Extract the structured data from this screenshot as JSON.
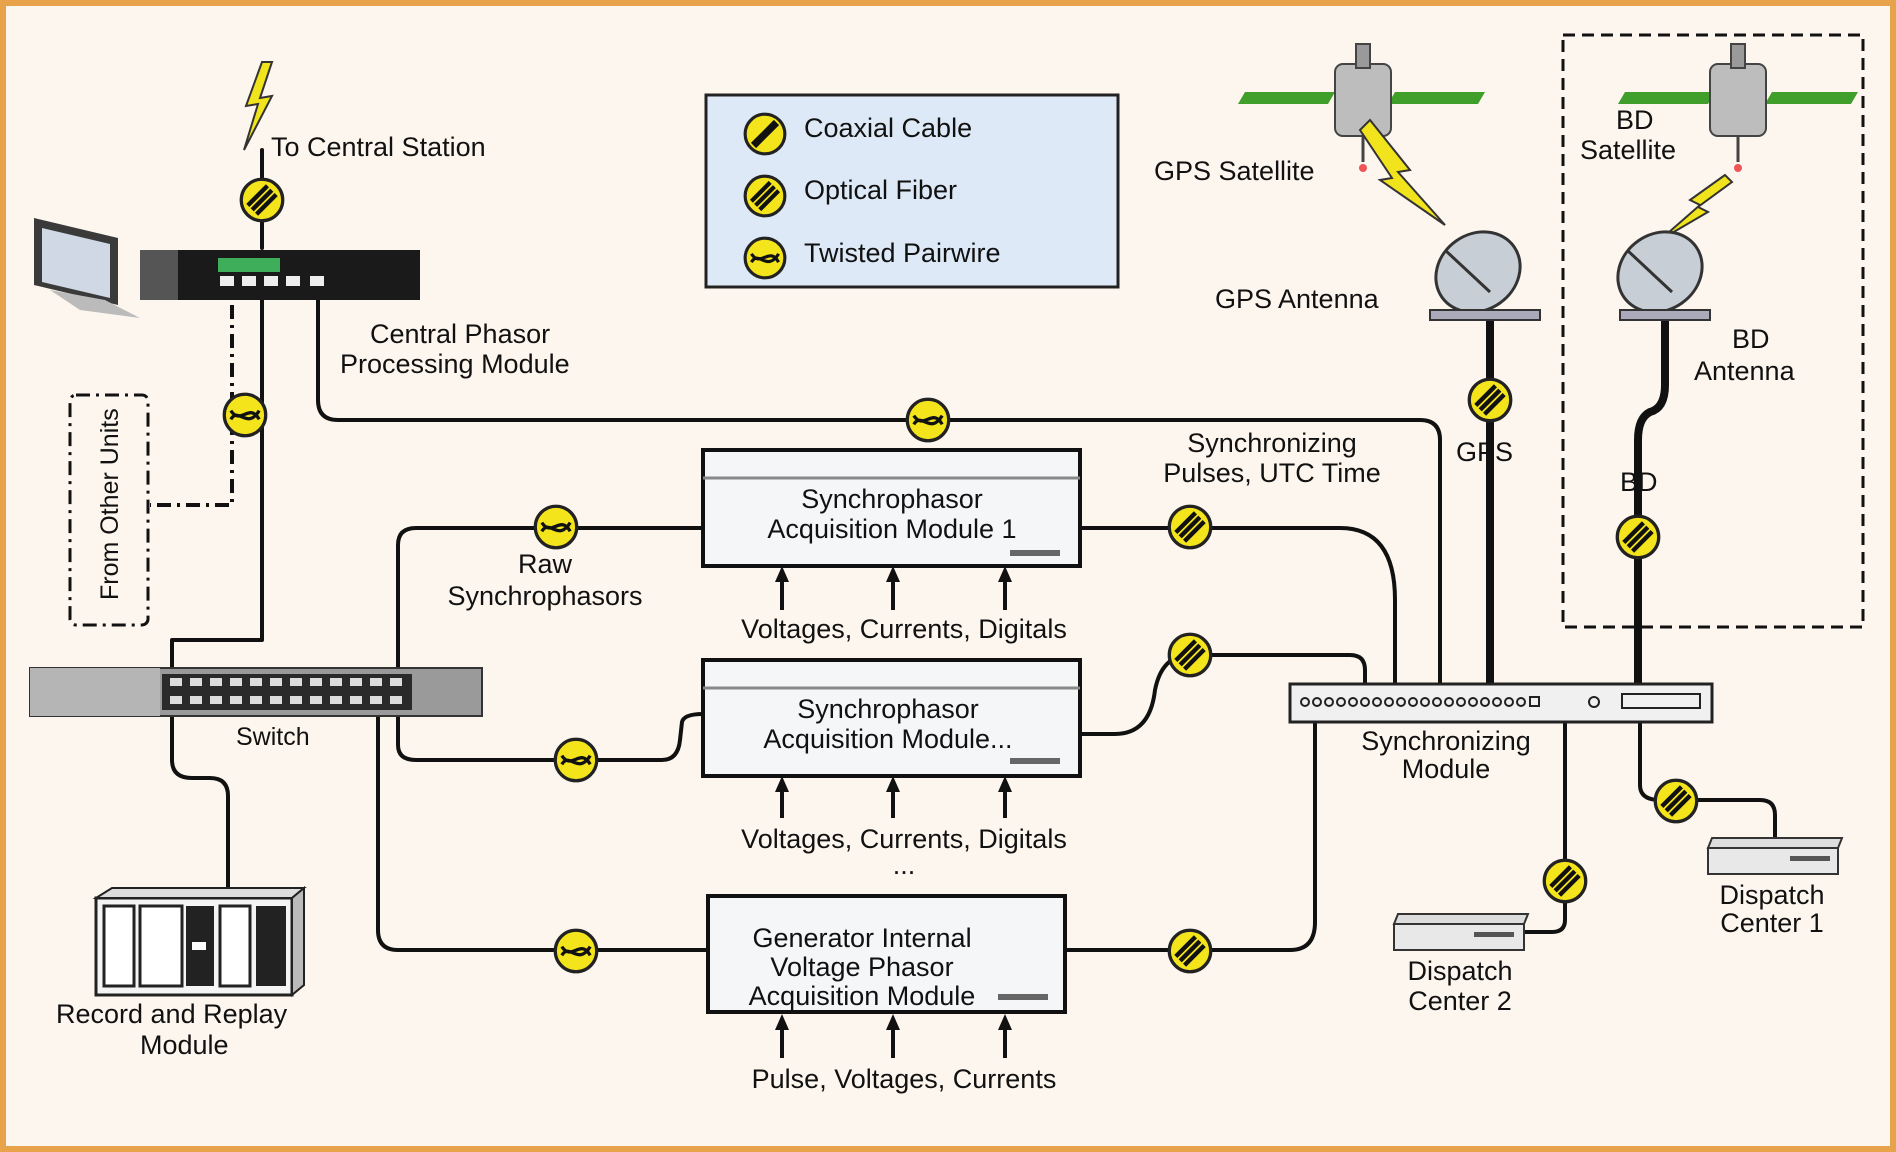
{
  "legend": {
    "coax": "Coaxial Cable",
    "fiber": "Optical Fiber",
    "twisted": "Twisted Pairwire"
  },
  "labels": {
    "to_central": "To Central Station",
    "cppm_1": "Central Phasor",
    "cppm_2": "Processing Module",
    "from_other": "From Other Units",
    "switch": "Switch",
    "record_1": "Record and Replay",
    "record_2": "Module",
    "raw_1": "Raw",
    "raw_2": "Synchrophasors",
    "sync_pulses_1": "Synchronizing",
    "sync_pulses_2": "Pulses, UTC Time",
    "gps_sat": "GPS Satellite",
    "gps_ant": "GPS Antenna",
    "gps": "GPS",
    "bd_sat_1": "BD",
    "bd_sat_2": "Satellite",
    "bd_ant_1": "BD",
    "bd_ant_2": "Antenna",
    "bd": "BD",
    "sync_mod_1": "Synchronizing",
    "sync_mod_2": "Module",
    "dispatch1_1": "Dispatch",
    "dispatch1_2": "Center 1",
    "dispatch2_1": "Dispatch",
    "dispatch2_2": "Center 2",
    "ellipsis": "..."
  },
  "modules": {
    "sam1_1": "Synchrophasor",
    "sam1_2": "Acquisition Module 1",
    "sam2_1": "Synchrophasor",
    "sam2_2": "Acquisition Module...",
    "gen_1": "Generator Internal",
    "gen_2": "Voltage Phasor",
    "gen_3": "Acquisition Module"
  },
  "inputs": {
    "sam1": "Voltages, Currents, Digitals",
    "sam2": "Voltages, Currents, Digitals",
    "gen": "Pulse, Voltages, Currents"
  },
  "colors": {
    "border": "#e8a24a",
    "background": "#fdf6ee",
    "legend_bg": "#dde9f6",
    "connector_yellow": "#f4e41c",
    "antenna_green": "#3f9f2a",
    "lightning": "#f2e41c"
  }
}
